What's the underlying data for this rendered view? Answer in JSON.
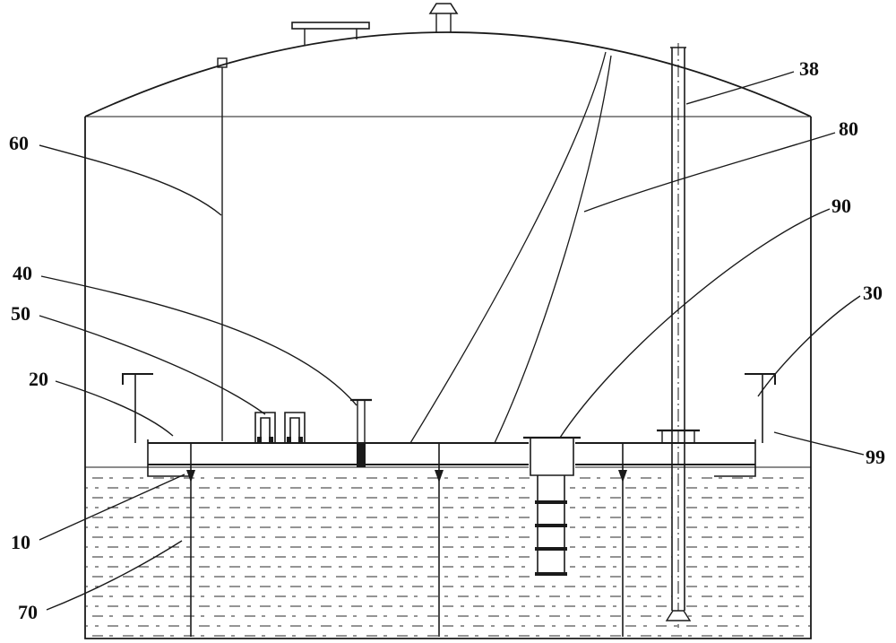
{
  "figure": {
    "ink_color": "#1a1a1a",
    "background_color": "#ffffff",
    "labels": {
      "l10": "10",
      "l20": "20",
      "l30": "30",
      "l38": "38",
      "l40": "40",
      "l50": "50",
      "l60": "60",
      "l70": "70",
      "l80": "80",
      "l90": "90",
      "l99": "99"
    }
  }
}
